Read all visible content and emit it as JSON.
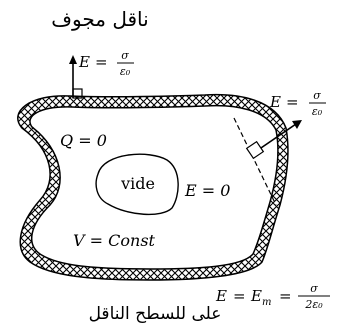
{
  "title_arabic": "ناقل مجوف",
  "caption_arabic": "على للسطح الناقل",
  "field_top": {
    "lhs": "E",
    "eq": "=",
    "num": "σ",
    "den": "ε₀"
  },
  "field_right": {
    "lhs": "E",
    "eq": "=",
    "num": "σ",
    "den": "ε₀"
  },
  "field_surface": {
    "lhs": "E",
    "eq": "=",
    "rhs": "E",
    "rhs_sub": "m",
    "eq2": "=",
    "num": "σ",
    "den": "2ε₀"
  },
  "charge_label": "Q = 0",
  "cavity_label": "vide",
  "field_inside_label": "E = 0",
  "potential_label": "V = Const",
  "colors": {
    "ink": "#000000",
    "background": "#ffffff"
  }
}
